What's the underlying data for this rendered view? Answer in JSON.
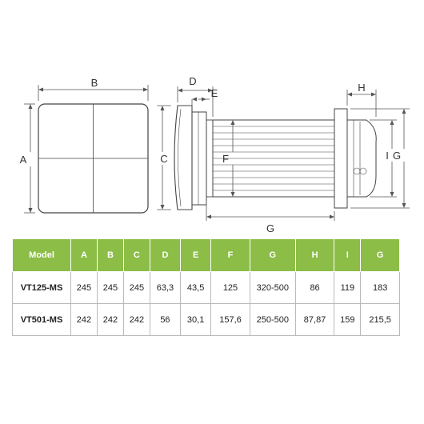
{
  "diagram": {
    "labels": {
      "a": "A",
      "b": "B",
      "c": "C",
      "d": "D",
      "e": "E",
      "f": "F",
      "g_length": "G",
      "h": "H",
      "i": "I",
      "g_right": "G"
    }
  },
  "table": {
    "headers": [
      "Model",
      "A",
      "B",
      "C",
      "D",
      "E",
      "F",
      "G",
      "H",
      "I",
      "G"
    ],
    "rows": [
      [
        "VT125-MS",
        "245",
        "245",
        "245",
        "63,3",
        "43,5",
        "125",
        "320-500",
        "86",
        "119",
        "183"
      ],
      [
        "VT501-MS",
        "242",
        "242",
        "242",
        "56",
        "30,1",
        "157,6",
        "250-500",
        "87,87",
        "159",
        "215,5"
      ]
    ]
  },
  "colors": {
    "header_bg": "#8cbd47",
    "line": "#555555",
    "table_border": "#b9b9b9"
  }
}
